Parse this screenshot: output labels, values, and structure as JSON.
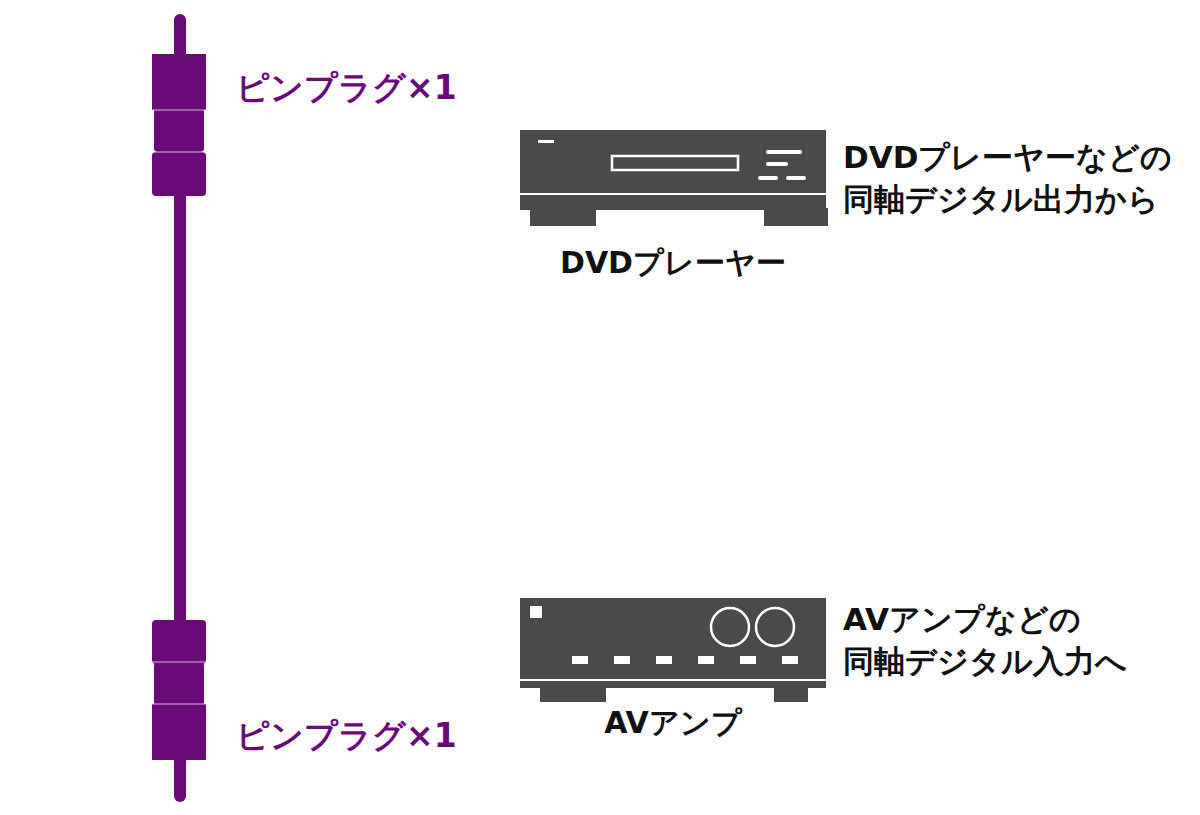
{
  "diagram": {
    "labels": [
      "ピンプラグ×1",
      "DVDプレーヤーなどの 同軸デジタル出力から",
      "DVDプレーヤー",
      "AVアンプなどの 同軸デジタル入力へ",
      "AVアンプ",
      "ピンプラグ×1"
    ]
  }
}
